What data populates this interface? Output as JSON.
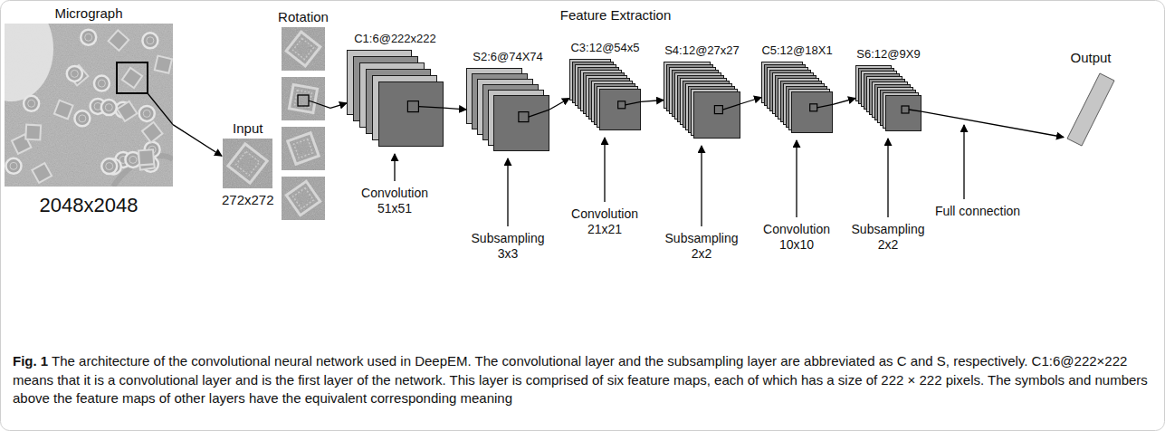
{
  "diagram": {
    "caption": "Fig. 1 The architecture of the convolutional neural network used in DeepEM. The convolutional layer and the subsampling layer are abbreviated as C and S, respectively. C1:6@222×222 means that it is a convolutional layer and is the first layer of the network. This layer is comprised of six feature maps, each of which has a size of 222 × 222 pixels. The symbols and numbers above the feature maps of other layers have the equivalent corresponding meaning",
    "nodes": [
      {
        "text": [
          "Micrograph",
          "2048x2048"
        ]
      },
      {
        "text": [
          "Input",
          "272x272"
        ]
      },
      {
        "text": [
          "Rotation"
        ]
      },
      {
        "text": [
          "C1:6@222x222"
        ]
      },
      {
        "text": [
          "S2:6@74X74"
        ]
      },
      {
        "text": [
          "C3:12@54x5"
        ]
      },
      {
        "text": [
          "S4:12@27x27"
        ]
      },
      {
        "text": [
          "C5:12@18X1"
        ]
      },
      {
        "text": [
          "S6:12@9X9"
        ]
      },
      {
        "text": [
          "Output"
        ]
      }
    ],
    "edges": [
      {
        "from": 0,
        "to": 1,
        "arrow": "to"
      },
      {
        "from": 2,
        "to": 3,
        "arrow": "to"
      },
      {
        "from": 3,
        "to": 4,
        "arrow": "to"
      },
      {
        "from": 4,
        "to": 5,
        "arrow": "to"
      },
      {
        "from": 5,
        "to": 6,
        "arrow": "to"
      },
      {
        "from": 6,
        "to": 7,
        "arrow": "to"
      },
      {
        "from": 7,
        "to": 8,
        "arrow": "to"
      },
      {
        "from": 8,
        "to": 9,
        "arrow": "to"
      }
    ],
    "labels": [
      "Feature Extraction",
      "Convolution 51x51",
      "Subsampling 3x3",
      "Convolution 21x21",
      "Subsampling 2x2",
      "Convolution 10x10",
      "Subsampling 2x2",
      "Full connection"
    ]
  }
}
